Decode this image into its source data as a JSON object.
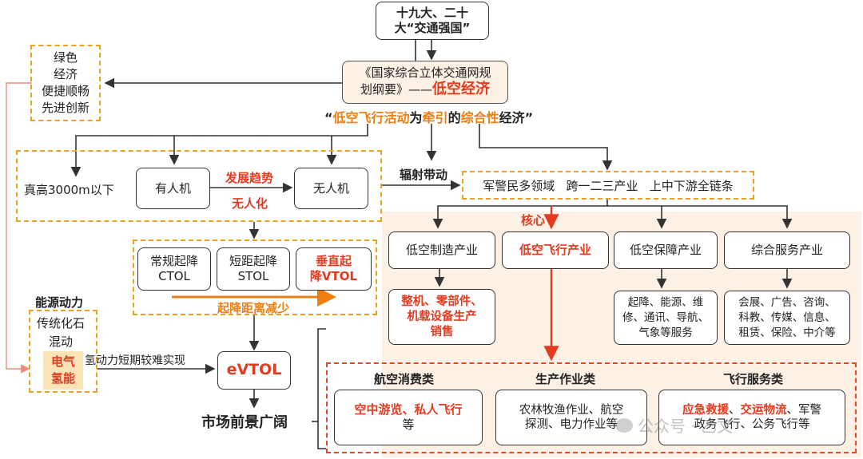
{
  "top": {
    "line1": "十九大、二十",
    "line2": "大“交通强国”"
  },
  "plan": {
    "line1": "《国家综合立体交通网规",
    "line2_prefix": "划纲要》——",
    "line2_highlight": "低空经济"
  },
  "definition": {
    "q_open": "“",
    "part1": "低空飞行活动",
    "part2": "为",
    "part3": "牵引",
    "part4": "的",
    "part5": "综合性",
    "part6": "经济”"
  },
  "green_box": {
    "items": [
      "绿色",
      "经济",
      "便捷顺畅",
      "先进创新"
    ]
  },
  "altitude_label": "真高3000m以下",
  "manned": "有人机",
  "unmanned": "无人机",
  "trend_label1": "发展趋势",
  "trend_label2": "无人化",
  "radiate_label": "辐射带动",
  "radiate_box": "军警民多领域   跨一二三产业   上中下游全链条",
  "takeoff": {
    "ctol1": "常规起降",
    "ctol2": "CTOL",
    "stol1": "短距起降",
    "stol2": "STOL",
    "vtol1": "垂直起",
    "vtol2": "降VTOL",
    "reduce_label": "起降距离减少"
  },
  "energy": {
    "title": "能源动力",
    "item1": "传统化石",
    "item2": "混动",
    "item3": "电气",
    "item4": "氢能",
    "hydrogen_note": "氢动力短期较难实现"
  },
  "evtol": "eVTOL",
  "market": "市场前景广阔",
  "core_label": "核心",
  "industries": {
    "manufacturing": "低空制造产业",
    "flight": "低空飞行产业",
    "support": "低空保障产业",
    "services": "综合服务产业"
  },
  "manufacturing_detail": {
    "line1": "整机、零部件、",
    "line2": "机载设备生产",
    "line3": "销售"
  },
  "support_detail": {
    "line1": "起降、能源、维",
    "line2": "修、通讯、导航、",
    "line3": "气象等服务"
  },
  "services_detail": {
    "line1": "会展、广告、咨询、",
    "line2": "科教、传媒、信息、",
    "line3": "租赁、保险、中介等"
  },
  "flight_cats": {
    "consumer_title": "航空消费类",
    "production_title": "生产作业类",
    "service_title": "飞行服务类",
    "consumer_hl": "空中游览、私人飞行",
    "consumer_rest": "等",
    "production_line1": "农林牧渔作业、航空",
    "production_line2": "探测、电力作业等",
    "service_hl1": "应急救援",
    "service_sep": "、",
    "service_hl2": "交运物流",
    "service_rest1": "、军警",
    "service_line2": "政务飞行、公务飞行等"
  },
  "watermark": "公众号 · 乙文",
  "colors": {
    "orange": "#f07d10",
    "red": "#e33b1f",
    "panel": "#fdf0e4",
    "dash": "#f0a020"
  }
}
